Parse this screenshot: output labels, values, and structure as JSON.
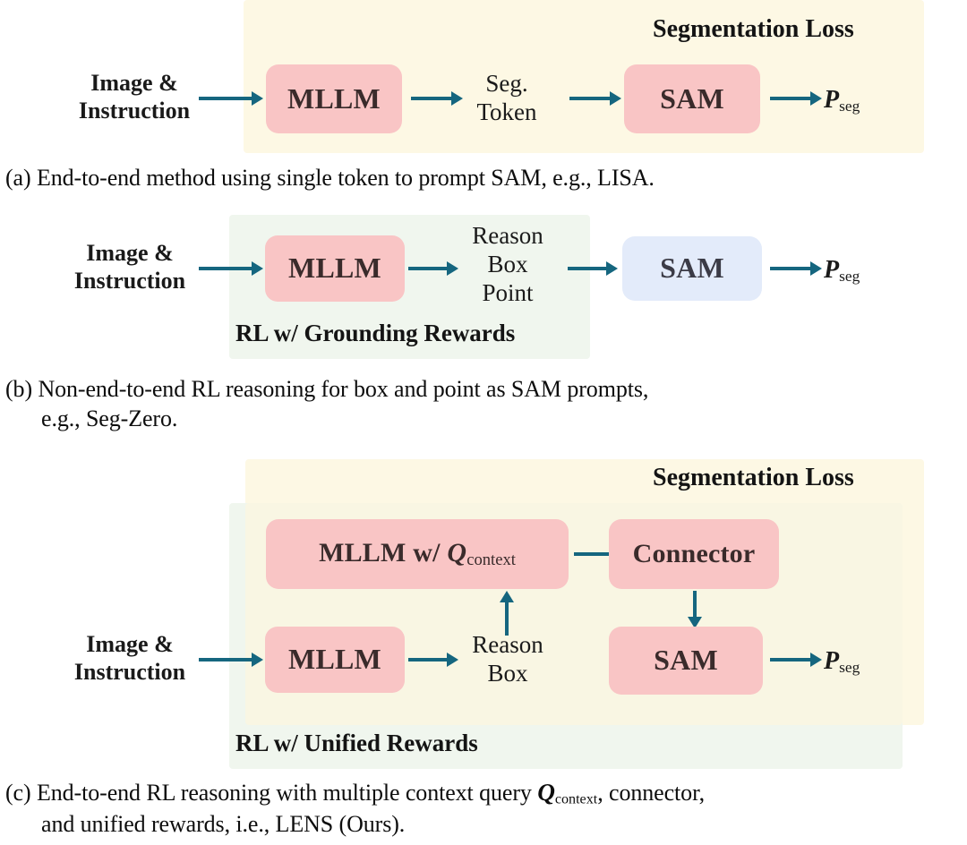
{
  "figure": {
    "kind": "method-comparison-diagram",
    "colors": {
      "panel_cream": "#fdf8e4",
      "panel_green": "#f0f6ee",
      "box_pink": "#f9c5c5",
      "box_blue": "#e3ebfa",
      "arrow_teal": "#15667f",
      "text": "#1a1a1a"
    }
  },
  "shared": {
    "input_line1": "Image &",
    "input_line2": "Instruction",
    "mllm": "MLLM",
    "sam": "SAM",
    "connector": "Connector",
    "p_symbol": "P",
    "p_subscript": "seg",
    "q_symbol": "Q",
    "q_subscript": "context",
    "segmentation_loss": "Segmentation Loss"
  },
  "panel_a": {
    "id": "a",
    "panel_label": "Segmentation Loss",
    "input_line1": "Image &",
    "input_line2": "Instruction",
    "box1": "MLLM",
    "mid_line1": "Seg.",
    "mid_line2": "Token",
    "box2": "SAM",
    "output_symbol": "P",
    "output_sub": "seg",
    "caption_tag": "(a)",
    "caption_text": "End-to-end method using single token to prompt SAM, e.g., LISA."
  },
  "panel_b": {
    "id": "b",
    "panel_label": "RL w/ Grounding Rewards",
    "input_line1": "Image &",
    "input_line2": "Instruction",
    "box1": "MLLM",
    "mid_line1": "Reason",
    "mid_line2": "Box",
    "mid_line3": "Point",
    "box2": "SAM",
    "output_symbol": "P",
    "output_sub": "seg",
    "caption_tag": "(b)",
    "caption_line1": "Non-end-to-end RL reasoning for box and point as SAM prompts,",
    "caption_line2": "e.g., Seg-Zero."
  },
  "panel_c": {
    "id": "c",
    "panel_label_loss": "Segmentation Loss",
    "panel_label_rl": "RL w/ Unified Rewards",
    "input_line1": "Image &",
    "input_line2": "Instruction",
    "box_top_left_prefix": "MLLM w/ ",
    "box_top_left_q": "Q",
    "box_top_left_q_sub": "context",
    "box_top_right": "Connector",
    "box_bottom_left": "MLLM",
    "box_bottom_right": "SAM",
    "mid_line1": "Reason",
    "mid_line2": "Box",
    "output_symbol": "P",
    "output_sub": "seg",
    "caption_tag": "(c)",
    "caption_line1_part1": "End-to-end RL reasoning with multiple context query ",
    "caption_line1_q": "Q",
    "caption_line1_q_sub": "context",
    "caption_line1_part2": ", connector,",
    "caption_line2": "and unified  rewards, i.e., LENS (Ours)."
  }
}
